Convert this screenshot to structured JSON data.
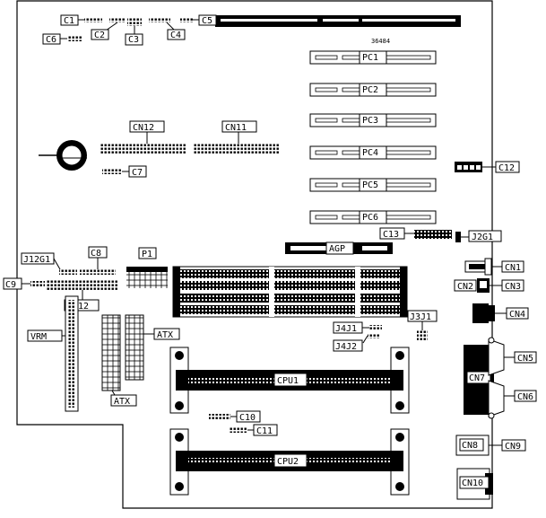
{
  "board": {
    "part_number": "36484",
    "labels": {
      "c1": "C1",
      "c2": "C2",
      "c3": "C3",
      "c4": "C4",
      "c5": "C5",
      "c6": "C6",
      "c7": "C7",
      "c8": "C8",
      "c9": "C9",
      "c10": "C10",
      "c11": "C11",
      "c12": "C12",
      "c13": "C13",
      "cn1": "CN1",
      "cn2": "CN2",
      "cn3": "CN3",
      "cn4": "CN4",
      "cn5": "CN5",
      "cn6": "CN6",
      "cn7": "CN7",
      "cn8": "CN8",
      "cn9": "CN9",
      "cn10": "CN10",
      "cn11": "CN11",
      "cn12_top": "CN12",
      "cn12_bottom": "CN12",
      "pc1": "PC1",
      "pc2": "PC2",
      "pc3": "PC3",
      "pc4": "PC4",
      "pc5": "PC5",
      "pc6": "PC6",
      "agp": "AGP",
      "cpu1": "CPU1",
      "cpu2": "CPU2",
      "atx_right": "ATX",
      "atx_bottom": "ATX",
      "vrm": "VRM",
      "p1": "P1",
      "j12g1": "J12G1",
      "j2g1": "J2G1",
      "j3j1": "J3J1",
      "j4j1": "J4J1",
      "j4j2": "J4J2"
    }
  }
}
